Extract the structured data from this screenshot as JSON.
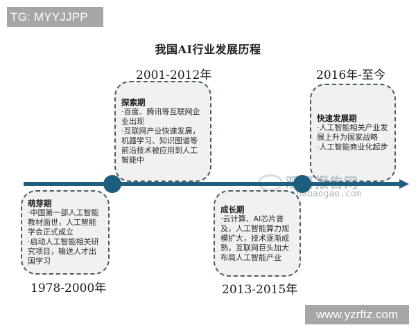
{
  "overlay": {
    "top_tag": "TG: MYYJJPP",
    "bottom_tag": "www.yzrftz.com"
  },
  "diagram": {
    "title": "我国AI行业发展历程",
    "colors": {
      "timeline": "#1f5f7f",
      "node": "#1d5d7e",
      "box_border": "#4a5a66",
      "box_fill": "#f0f2f3"
    },
    "stages": [
      {
        "period": "1978-2000年",
        "phase": "萌芽期",
        "items": [
          "·中国第一部人工智能教材面世，人工智能学会正式成立",
          "·启动人工智能相关研究项目，输送人才出国学习"
        ]
      },
      {
        "period": "2001-2012年",
        "phase": "探索期",
        "items": [
          "·百度、腾讯等互联网企业出现",
          "·互联网产业快速发展，机器学习、知识图谱等前沿技术被应用到人工智能中"
        ]
      },
      {
        "period": "2013-2015年",
        "phase": "成长期",
        "items": [
          "·云计算、AI芯片普及，人工智能算力规模扩大，技术逐渐成熟，互联网巨头加大布局人工智能产业"
        ]
      },
      {
        "period": "2016年-至今",
        "phase": "快速发展期",
        "items": [
          "·人工智能相关产业发展上升为国家战略",
          "·人工智能商业化起步"
        ]
      }
    ]
  },
  "watermark": {
    "cn": "观研报告网",
    "en": "chinabaogao.com"
  }
}
